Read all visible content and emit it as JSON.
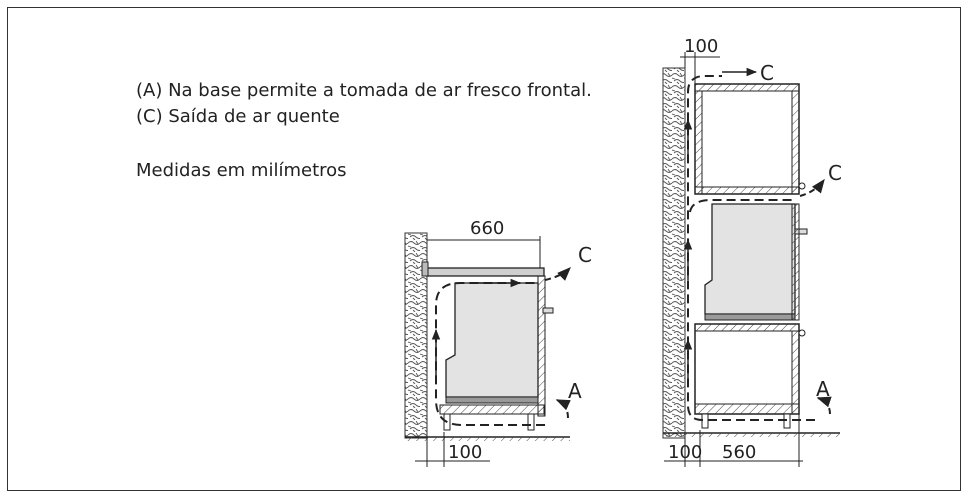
{
  "notes": {
    "line_a": "(A) Na base permite a tomada de ar fresco frontal.",
    "line_c": "(C) Saída de ar quente",
    "units": "Medidas em milímetros"
  },
  "left_diagram": {
    "dim_depth": "660",
    "dim_gap": "100",
    "label_outlet": "C",
    "label_inlet": "A"
  },
  "right_diagram": {
    "dim_top_gap": "100",
    "dim_bottom_gap": "100",
    "dim_depth": "560",
    "label_top_outlet": "C",
    "label_mid_outlet": "C",
    "label_inlet": "A"
  },
  "colors": {
    "line": "#222222",
    "oven_fill": "#e3e3e3",
    "wall_hatch": "#555555",
    "shelf_fill": "#9a9a9a"
  }
}
